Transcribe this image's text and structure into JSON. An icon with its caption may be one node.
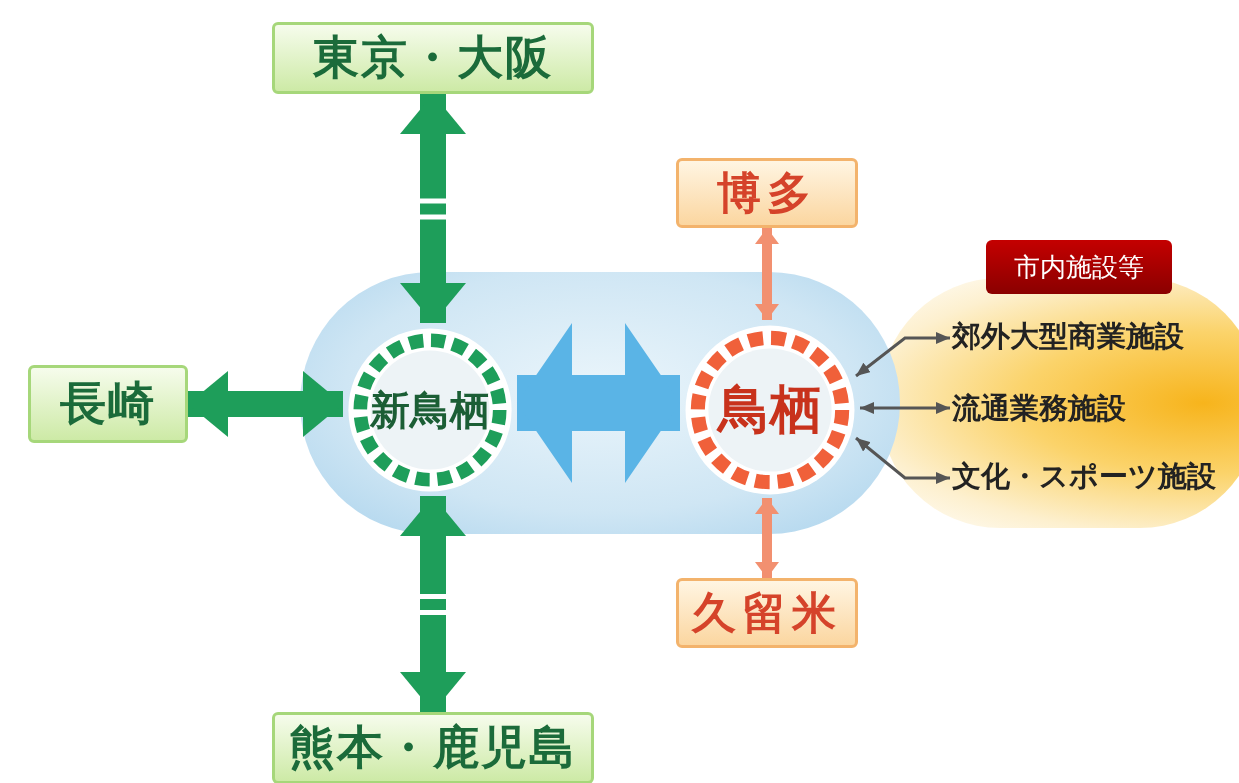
{
  "diagram": {
    "nodes": [
      {
        "text": [
          "東京・大阪"
        ]
      },
      {
        "text": [
          "博多"
        ]
      },
      {
        "text": [
          "市内施設等"
        ]
      },
      {
        "text": [],
        "shape": "capsule"
      },
      {
        "text": [
          "長崎"
        ]
      },
      {
        "text": [
          "新鳥栖"
        ],
        "in": 3
      },
      {
        "text": [
          "鳥栖"
        ],
        "in": 3
      },
      {
        "text": [
          "郊外大型商業施設"
        ]
      },
      {
        "text": [
          "流通業務施設"
        ]
      },
      {
        "text": [
          "文化・スポーツ施設"
        ]
      },
      {
        "text": [
          "久留米"
        ]
      },
      {
        "text": [
          "熊本・鹿児島"
        ]
      }
    ],
    "edges": [
      {
        "from": 0,
        "to": 5,
        "arrow": "both",
        "style": "thick",
        "color": "#1e9e5a"
      },
      {
        "from": 4,
        "to": 5,
        "arrow": "both",
        "style": "thick",
        "color": "#1e9e5a"
      },
      {
        "from": 5,
        "to": 11,
        "arrow": "both",
        "style": "thick",
        "color": "#1e9e5a"
      },
      {
        "from": 5,
        "to": 6,
        "arrow": "both",
        "style": "thick",
        "color": "#5ab4e6"
      },
      {
        "from": 1,
        "to": 6,
        "arrow": "both",
        "color": "#f29070"
      },
      {
        "from": 6,
        "to": 10,
        "arrow": "both",
        "color": "#f29070"
      },
      {
        "from": 6,
        "to": 7,
        "arrow": "both"
      },
      {
        "from": 6,
        "to": 8,
        "arrow": "both"
      },
      {
        "from": 6,
        "to": 9,
        "arrow": "both"
      }
    ]
  }
}
